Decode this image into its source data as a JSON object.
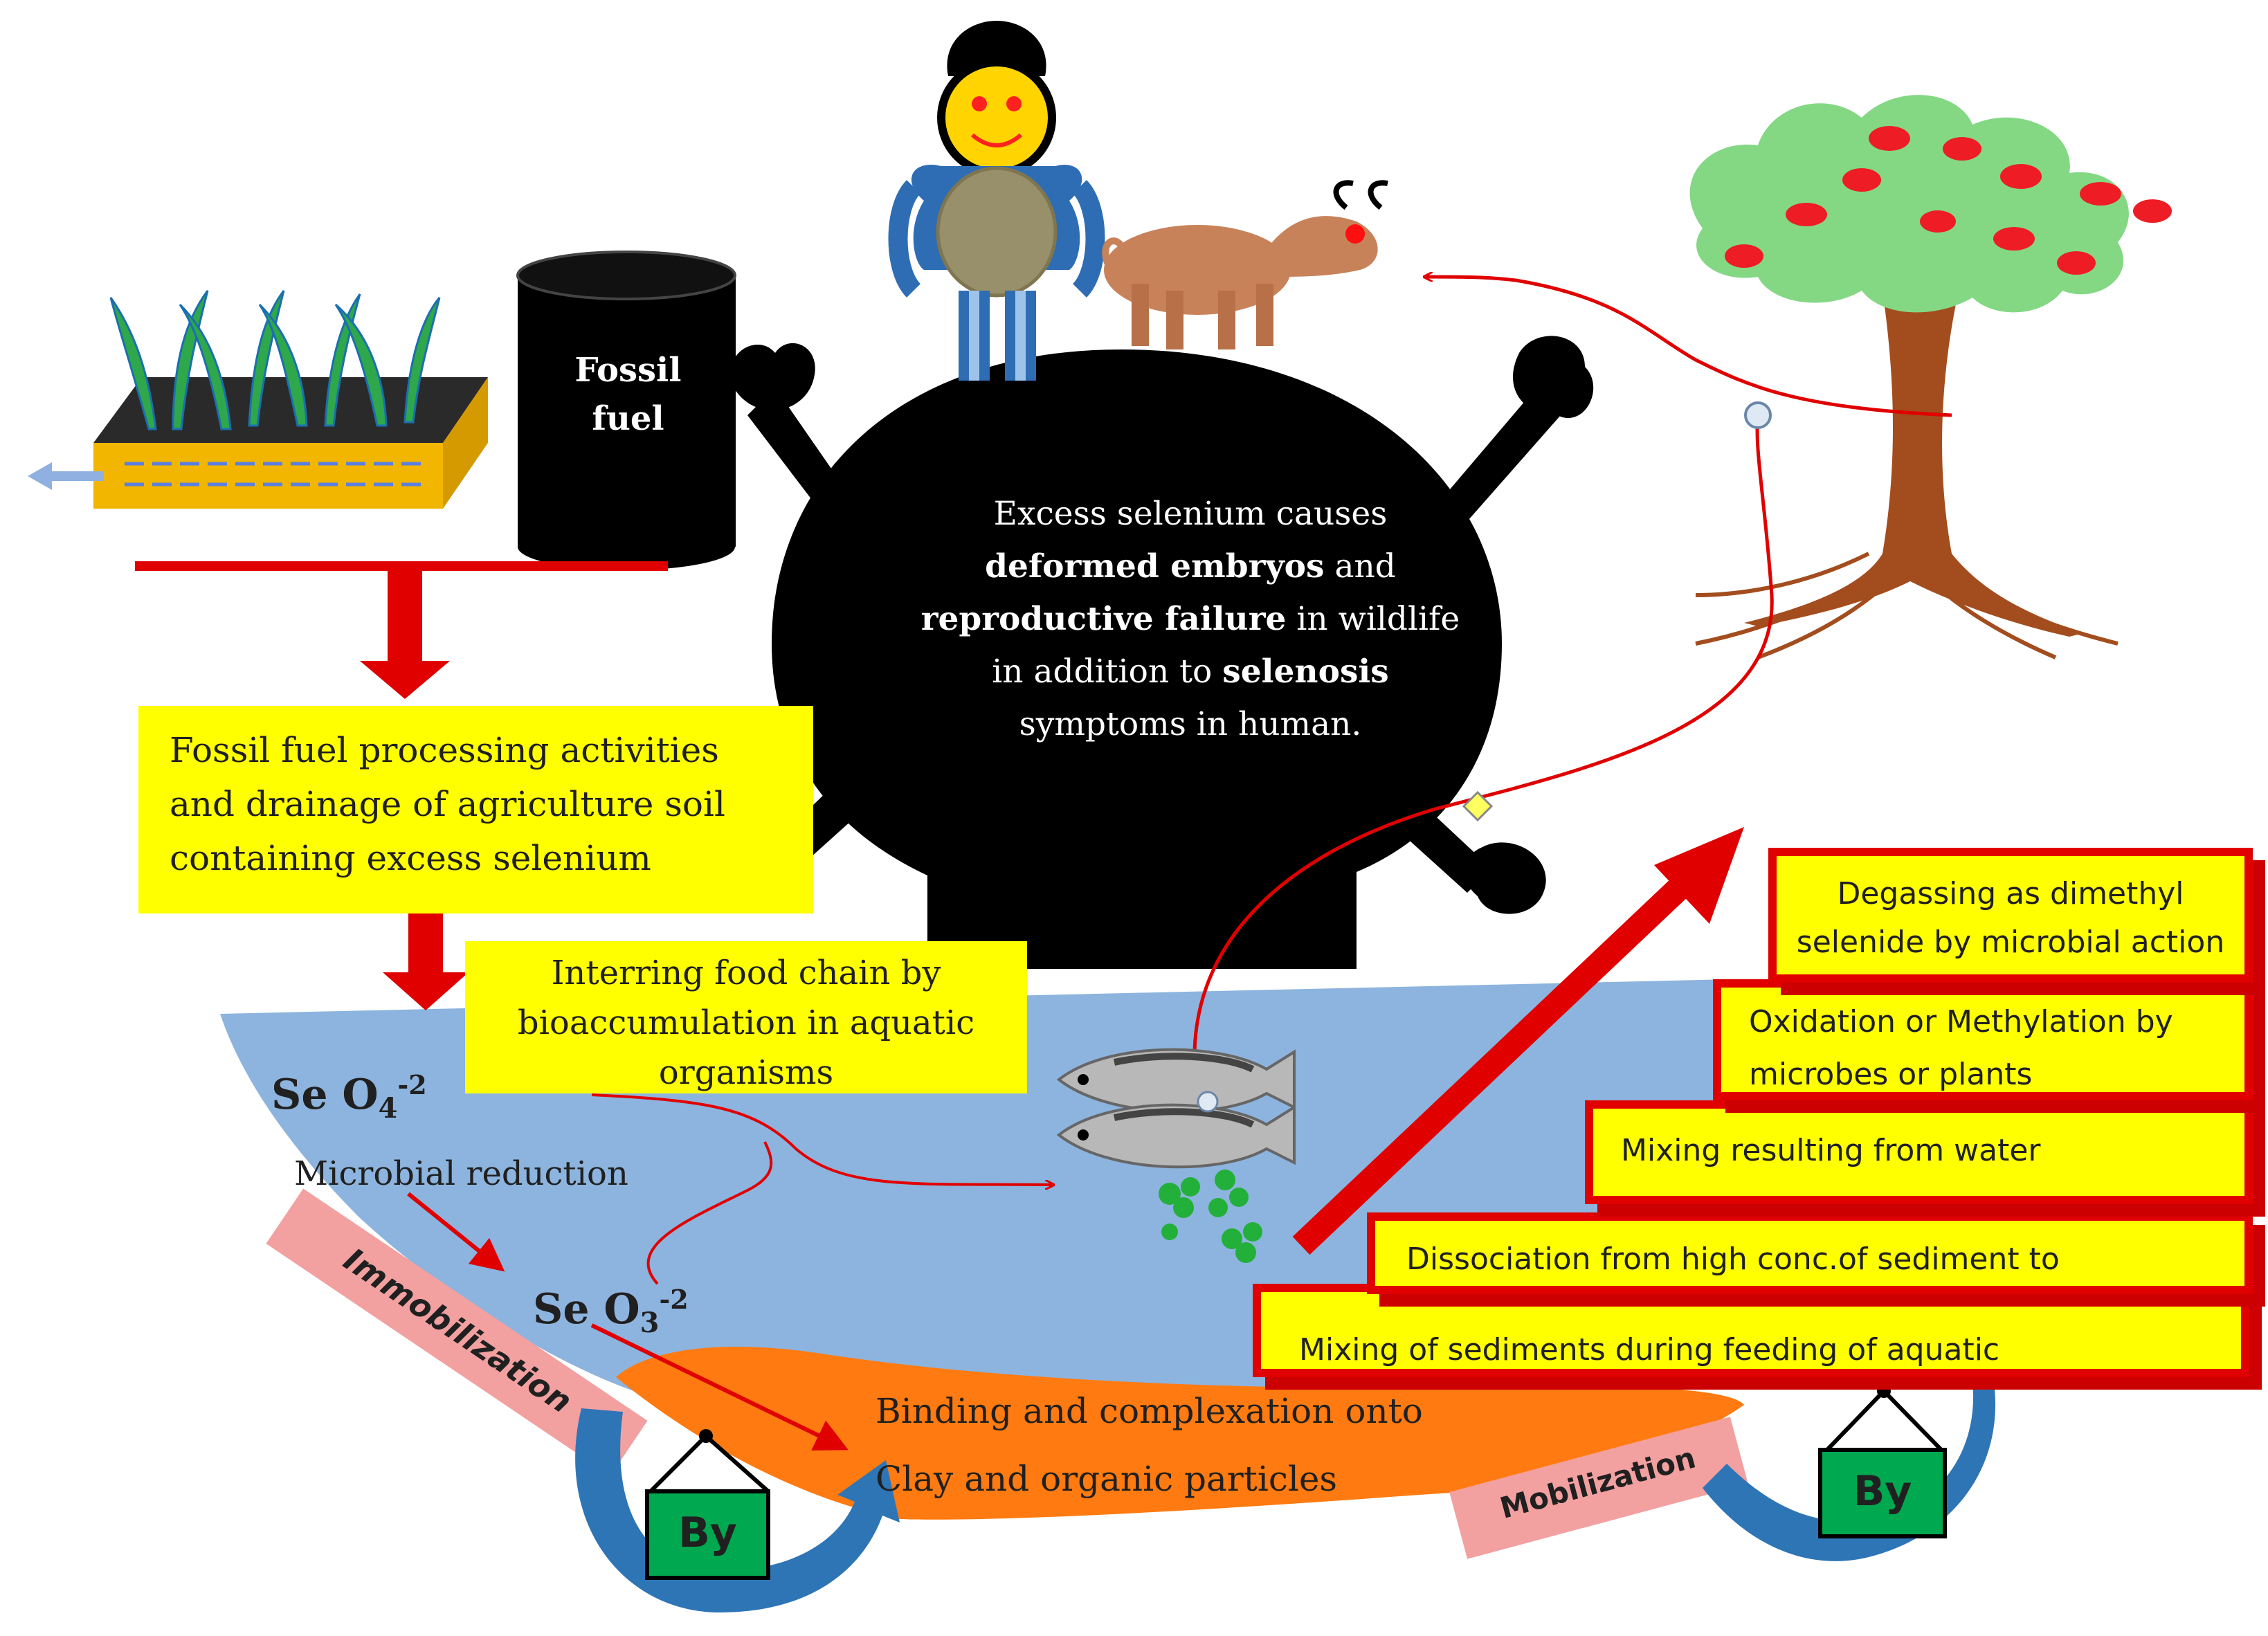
{
  "labels": {
    "fossil_fuel_line1": "Fossil",
    "fossil_fuel_line2": "fuel",
    "source_box_line1": "Fossil fuel processing activities",
    "source_box_line2": "and drainage of agriculture soil",
    "source_box_line3": "containing excess selenium",
    "food_chain_line1": "Interring food chain by",
    "food_chain_line2": "bioaccumulation in aquatic",
    "food_chain_line3": "organisms",
    "selenate_base": "Se O",
    "selenate_sub": "4",
    "selenate_sup": "-2",
    "microbial_reduction": "Microbial reduction",
    "selenite_base": "Se O",
    "selenite_sub": "3",
    "selenite_sup": "-2",
    "immobilization": "Immobilization",
    "mobilization": "Mobilization",
    "by_left": "By",
    "by_right": "By",
    "binding_line1": "Binding and complexation onto",
    "binding_line2": "Clay and organic particles"
  },
  "center_text": {
    "line1": "Excess selenium  causes",
    "line2_bold": "deformed embryos",
    "line2_rest": " and",
    "line3_bold": "reproductive failure",
    "line3_rest": " in wildlife",
    "line4_pre": "in addition to ",
    "line4_bold": "selenosis",
    "line5": "symptoms in human."
  },
  "mobilization_steps": {
    "degassing_line1": "Degassing as dimethyl",
    "degassing_line2": "selenide by microbial action",
    "oxidation_line1": "Oxidation or Methylation by",
    "oxidation_line2": "microbes or plants",
    "mixing_water": "Mixing resulting from water",
    "dissociation": "Dissociation from high conc.of sediment to",
    "mixing_sediments": "Mixing of sediments during feeding of aquatic"
  },
  "colors": {
    "highlight_yellow": "#ffff00",
    "arrow_red": "#e00000",
    "water_blue": "#8db4de",
    "sediment_orange": "#ff7a10",
    "label_pink": "#f2a0a0",
    "cycle_arrow_blue": "#2e75b6",
    "by_box_green": "#00a84f",
    "skull_black": "#000000"
  },
  "icons": [
    "plant-tray-icon",
    "oil-barrel-icon",
    "person-icon",
    "cattle-icon",
    "tree-icon",
    "skull-crossbones-icon",
    "fish-icon",
    "algae-icon"
  ]
}
